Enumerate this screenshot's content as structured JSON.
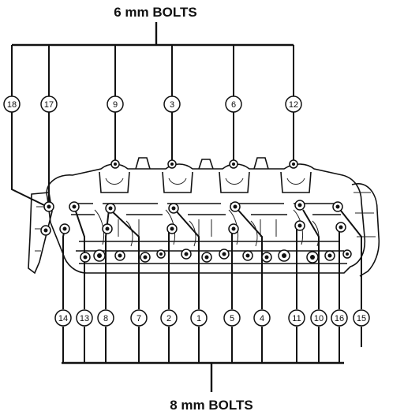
{
  "labels": {
    "top_title": "6 mm BOLTS",
    "bottom_title": "8 mm BOLTS"
  },
  "top_callouts": [
    "18",
    "17",
    "9",
    "3",
    "6",
    "12"
  ],
  "bottom_callouts": [
    "14",
    "13",
    "8",
    "7",
    "2",
    "1",
    "5",
    "4",
    "11",
    "10",
    "16",
    "15"
  ],
  "colors": {
    "ink": "#111111",
    "background": "#ffffff"
  }
}
